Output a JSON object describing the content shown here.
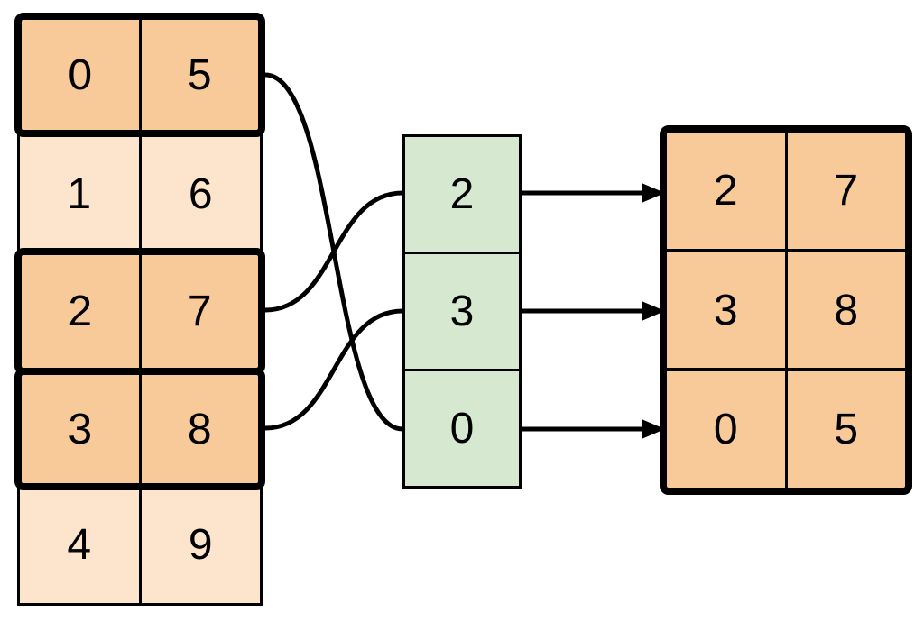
{
  "source_table": {
    "rows": [
      {
        "cells": [
          "0",
          "5"
        ],
        "highlighted": true
      },
      {
        "cells": [
          "1",
          "6"
        ],
        "highlighted": false
      },
      {
        "cells": [
          "2",
          "7"
        ],
        "highlighted": true
      },
      {
        "cells": [
          "3",
          "8"
        ],
        "highlighted": true
      },
      {
        "cells": [
          "4",
          "9"
        ],
        "highlighted": false
      }
    ]
  },
  "index_column": {
    "cells": [
      "2",
      "3",
      "0"
    ]
  },
  "result_table": {
    "rows": [
      {
        "cells": [
          "2",
          "7"
        ]
      },
      {
        "cells": [
          "3",
          "8"
        ]
      },
      {
        "cells": [
          "0",
          "5"
        ]
      }
    ]
  },
  "connections": {
    "curves": [
      {
        "source_row_index": 0,
        "index_cell_value": "0"
      },
      {
        "source_row_index": 2,
        "index_cell_value": "2"
      },
      {
        "source_row_index": 3,
        "index_cell_value": "3"
      }
    ],
    "arrows": [
      {
        "index_cell_value": "2",
        "result_row_index": 0
      },
      {
        "index_cell_value": "3",
        "result_row_index": 1
      },
      {
        "index_cell_value": "0",
        "result_row_index": 2
      }
    ]
  },
  "colors": {
    "highlight_fill": "#F8C999",
    "muted_fill": "#FCE5CC",
    "index_fill": "#D6E8D0",
    "line": "#000000",
    "background": "#FFFFFF"
  }
}
